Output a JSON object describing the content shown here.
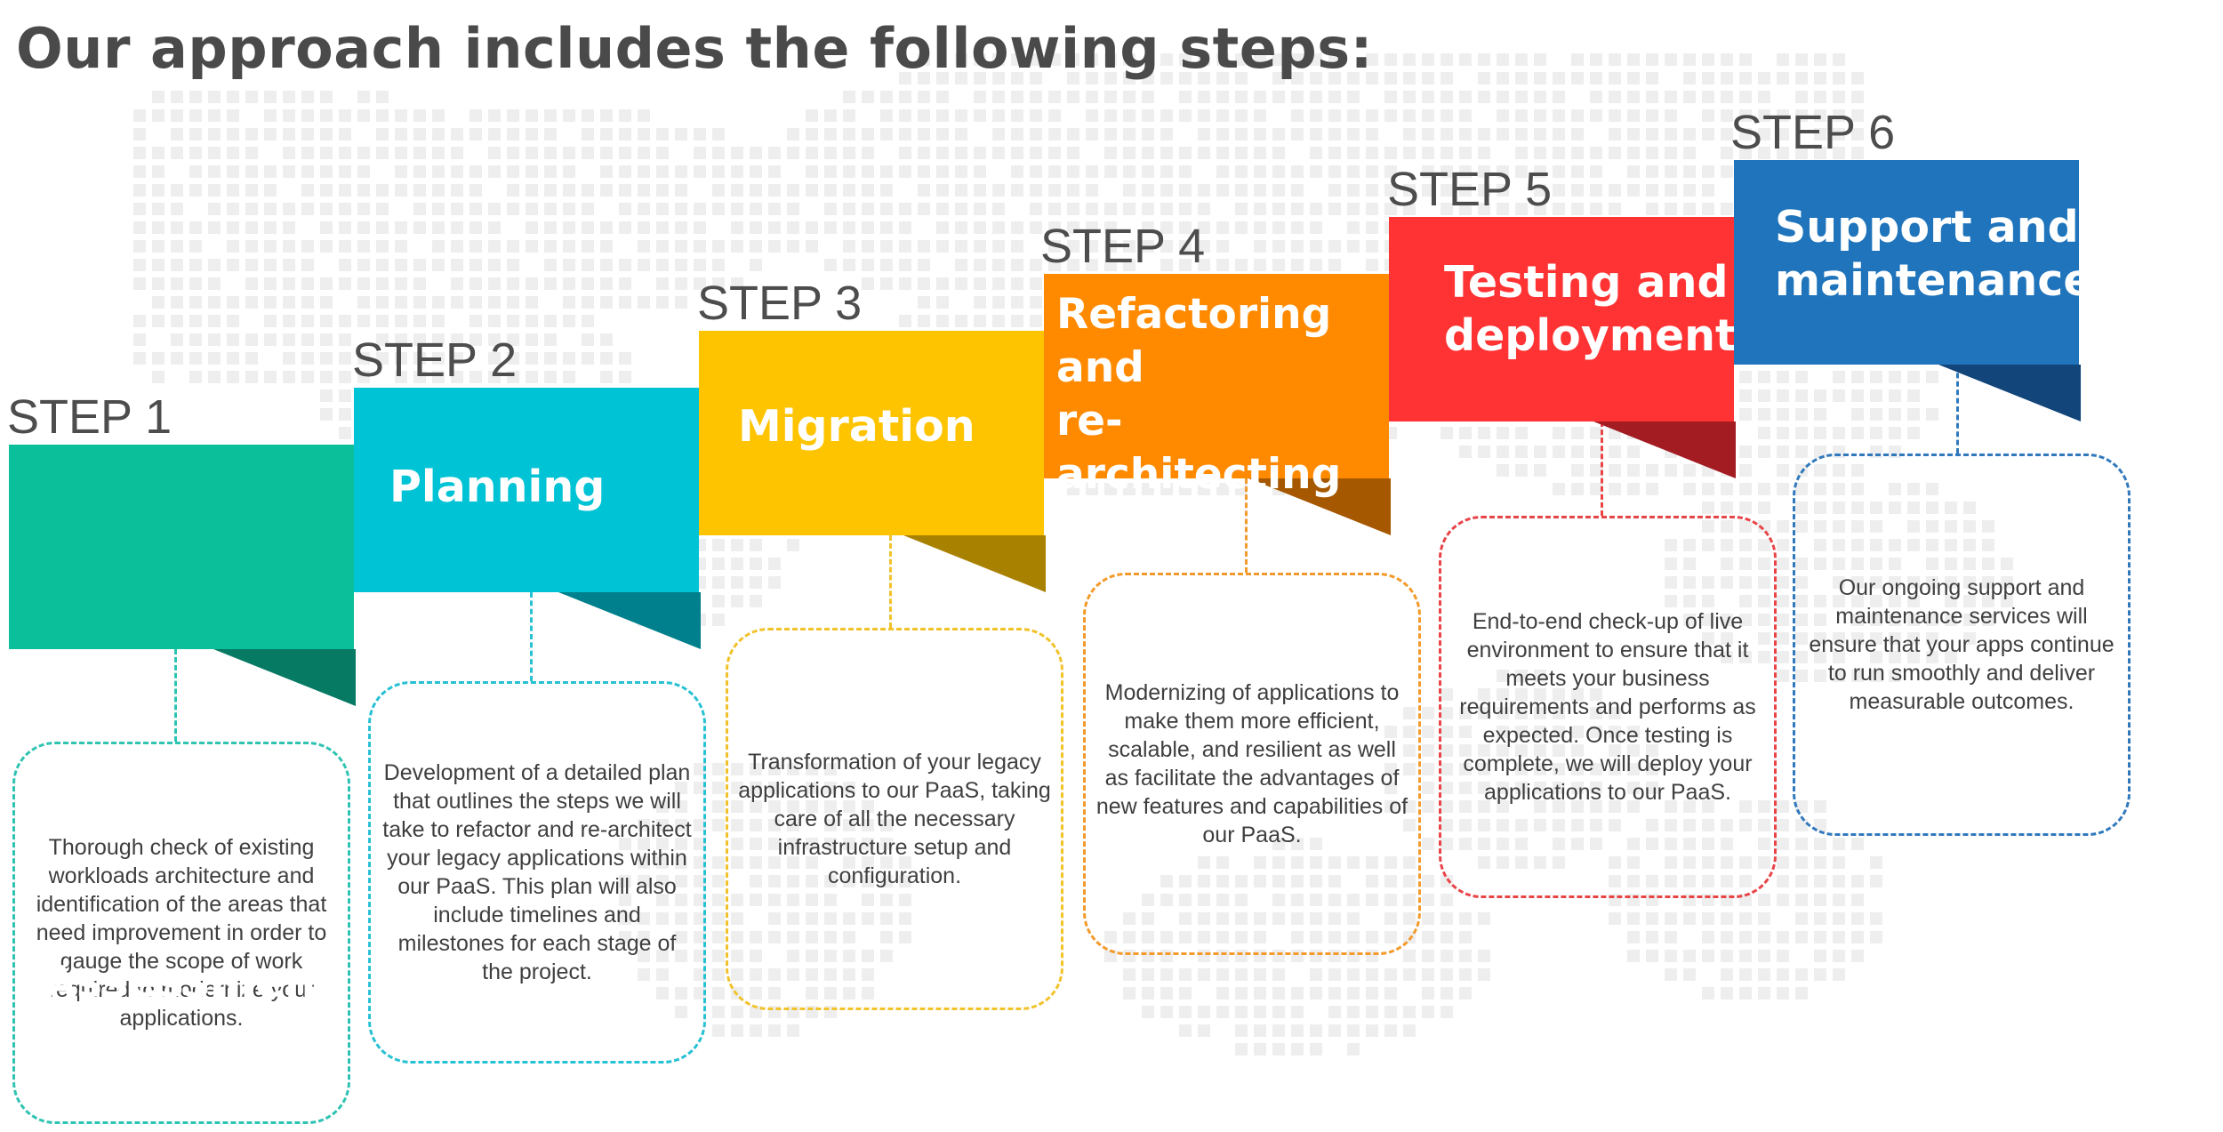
{
  "heading": "Our approach includes the following steps:",
  "steps": [
    {
      "label": "STEP 1",
      "title": "Assessment",
      "color": "#0bbf9b",
      "shadow": "#077a63",
      "description": "Thorough check of existing workloads architecture and identification of the areas that need improvement in order to gauge the scope of work required to modernize your applications.",
      "border_color": "#2ec3b2",
      "icon": "none"
    },
    {
      "label": "STEP 2",
      "title": "Planning",
      "color": "#00c3d6",
      "shadow": "#00808c",
      "description": "Development of a detailed plan that outlines the steps we will take to refactor and re-architect your legacy applications within our PaaS. This plan will also include timelines and milestones for each stage of the project.",
      "border_color": "#27c1d3",
      "icon": "none"
    },
    {
      "label": "STEP 3",
      "title": "Migration",
      "color": "#ffc400",
      "shadow": "#a98100",
      "description": "Transformation of your legacy applications to our PaaS, taking care of all the necessary infrastructure setup and configuration.",
      "border_color": "#f2c22a",
      "icon": "none"
    },
    {
      "label": "STEP 4",
      "title": "Refactoring\nand\nre-architecting",
      "color": "#ff8a00",
      "shadow": "#a65800",
      "description": "Modernizing of applications to make them more efficient, scalable, and resilient as well as facilitate the advantages of new features and capabilities of our PaaS.",
      "border_color": "#f39a2a",
      "icon": "none"
    },
    {
      "label": "STEP 5",
      "title": "Testing and\ndeployment",
      "color": "#ff3333",
      "shadow": "#a31c22",
      "description": "End-to-end check-up of live environment to ensure that it meets your business requirements and performs as expected. Once testing is complete, we will deploy your applications to our PaaS.",
      "border_color": "#e84448",
      "icon": "none"
    },
    {
      "label": "STEP 6",
      "title": "Support and\nmaintenance",
      "color": "#1f74bb",
      "shadow": "#12457a",
      "description": "Our ongoing support and maintenance services will ensure that your apps continue to run smoothly and deliver measurable outcomes.",
      "border_color": "#3179bd",
      "icon": "none"
    }
  ]
}
